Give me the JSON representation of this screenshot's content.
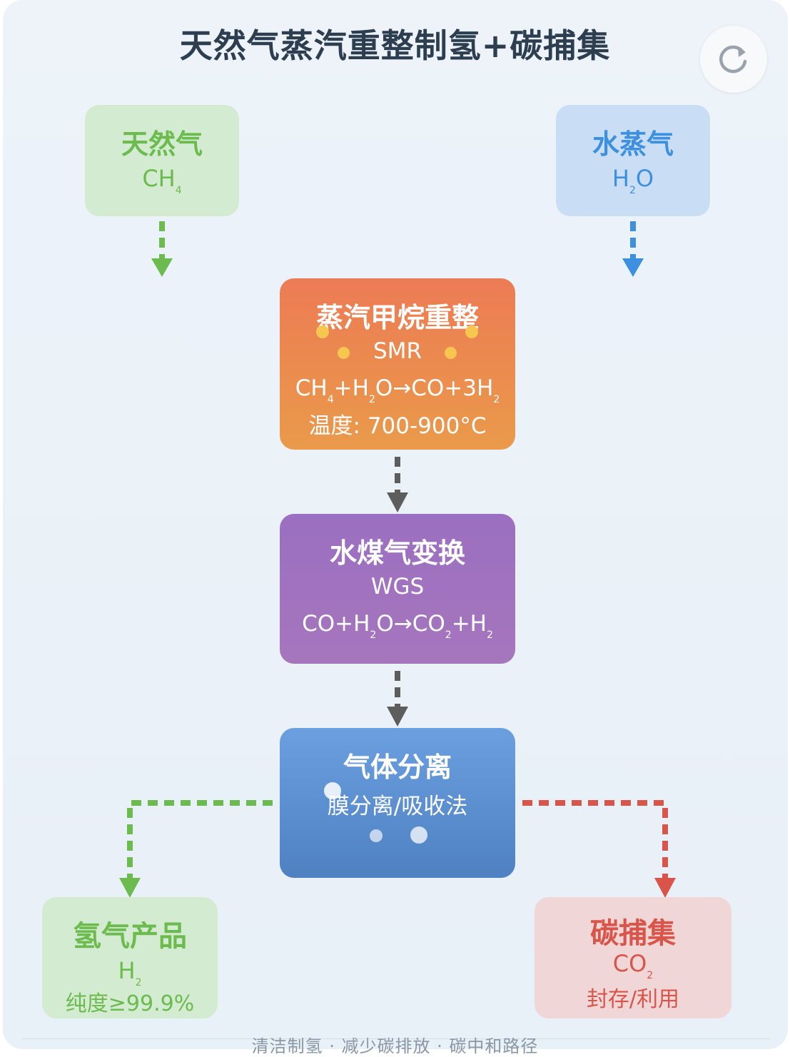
{
  "title": "天然气蒸汽重整制氢+碳捕集",
  "inputs": {
    "natural_gas": {
      "label": "天然气",
      "formula_main": "CH",
      "formula_sub": "4",
      "color": "#6cbb4e"
    },
    "steam": {
      "label": "水蒸气",
      "formula_a": "H",
      "formula_sub": "2",
      "formula_b": "O",
      "color": "#3d8fe0"
    }
  },
  "smr": {
    "title": "蒸汽甲烷重整",
    "abbr": "SMR",
    "equation": [
      "CH",
      "4",
      "+H",
      "2",
      "O→CO+3H",
      "2"
    ],
    "temperature": "温度: 700-900°C",
    "color": "#ec7b54"
  },
  "wgs": {
    "title": "水煤气变换",
    "abbr": "WGS",
    "equation": [
      "CO+H",
      "2",
      "O→CO",
      "2",
      "+H",
      "2"
    ],
    "color": "#9b6fc1"
  },
  "separation": {
    "title": "气体分离",
    "method": "膜分离/吸收法",
    "color": "#5b8dd0"
  },
  "outputs": {
    "hydrogen": {
      "label": "氢气产品",
      "formula_main": "H",
      "formula_sub": "2",
      "purity": "纯度≥99.9%",
      "color": "#6cbb4e"
    },
    "carbon": {
      "label": "碳捕集",
      "formula_main": "CO",
      "formula_sub": "2",
      "usage": "封存/利用",
      "color": "#d9554a"
    }
  },
  "footer": "清洁制氢 · 减少碳排放 · 碳中和路径",
  "icons": {
    "refresh": "refresh-icon"
  }
}
